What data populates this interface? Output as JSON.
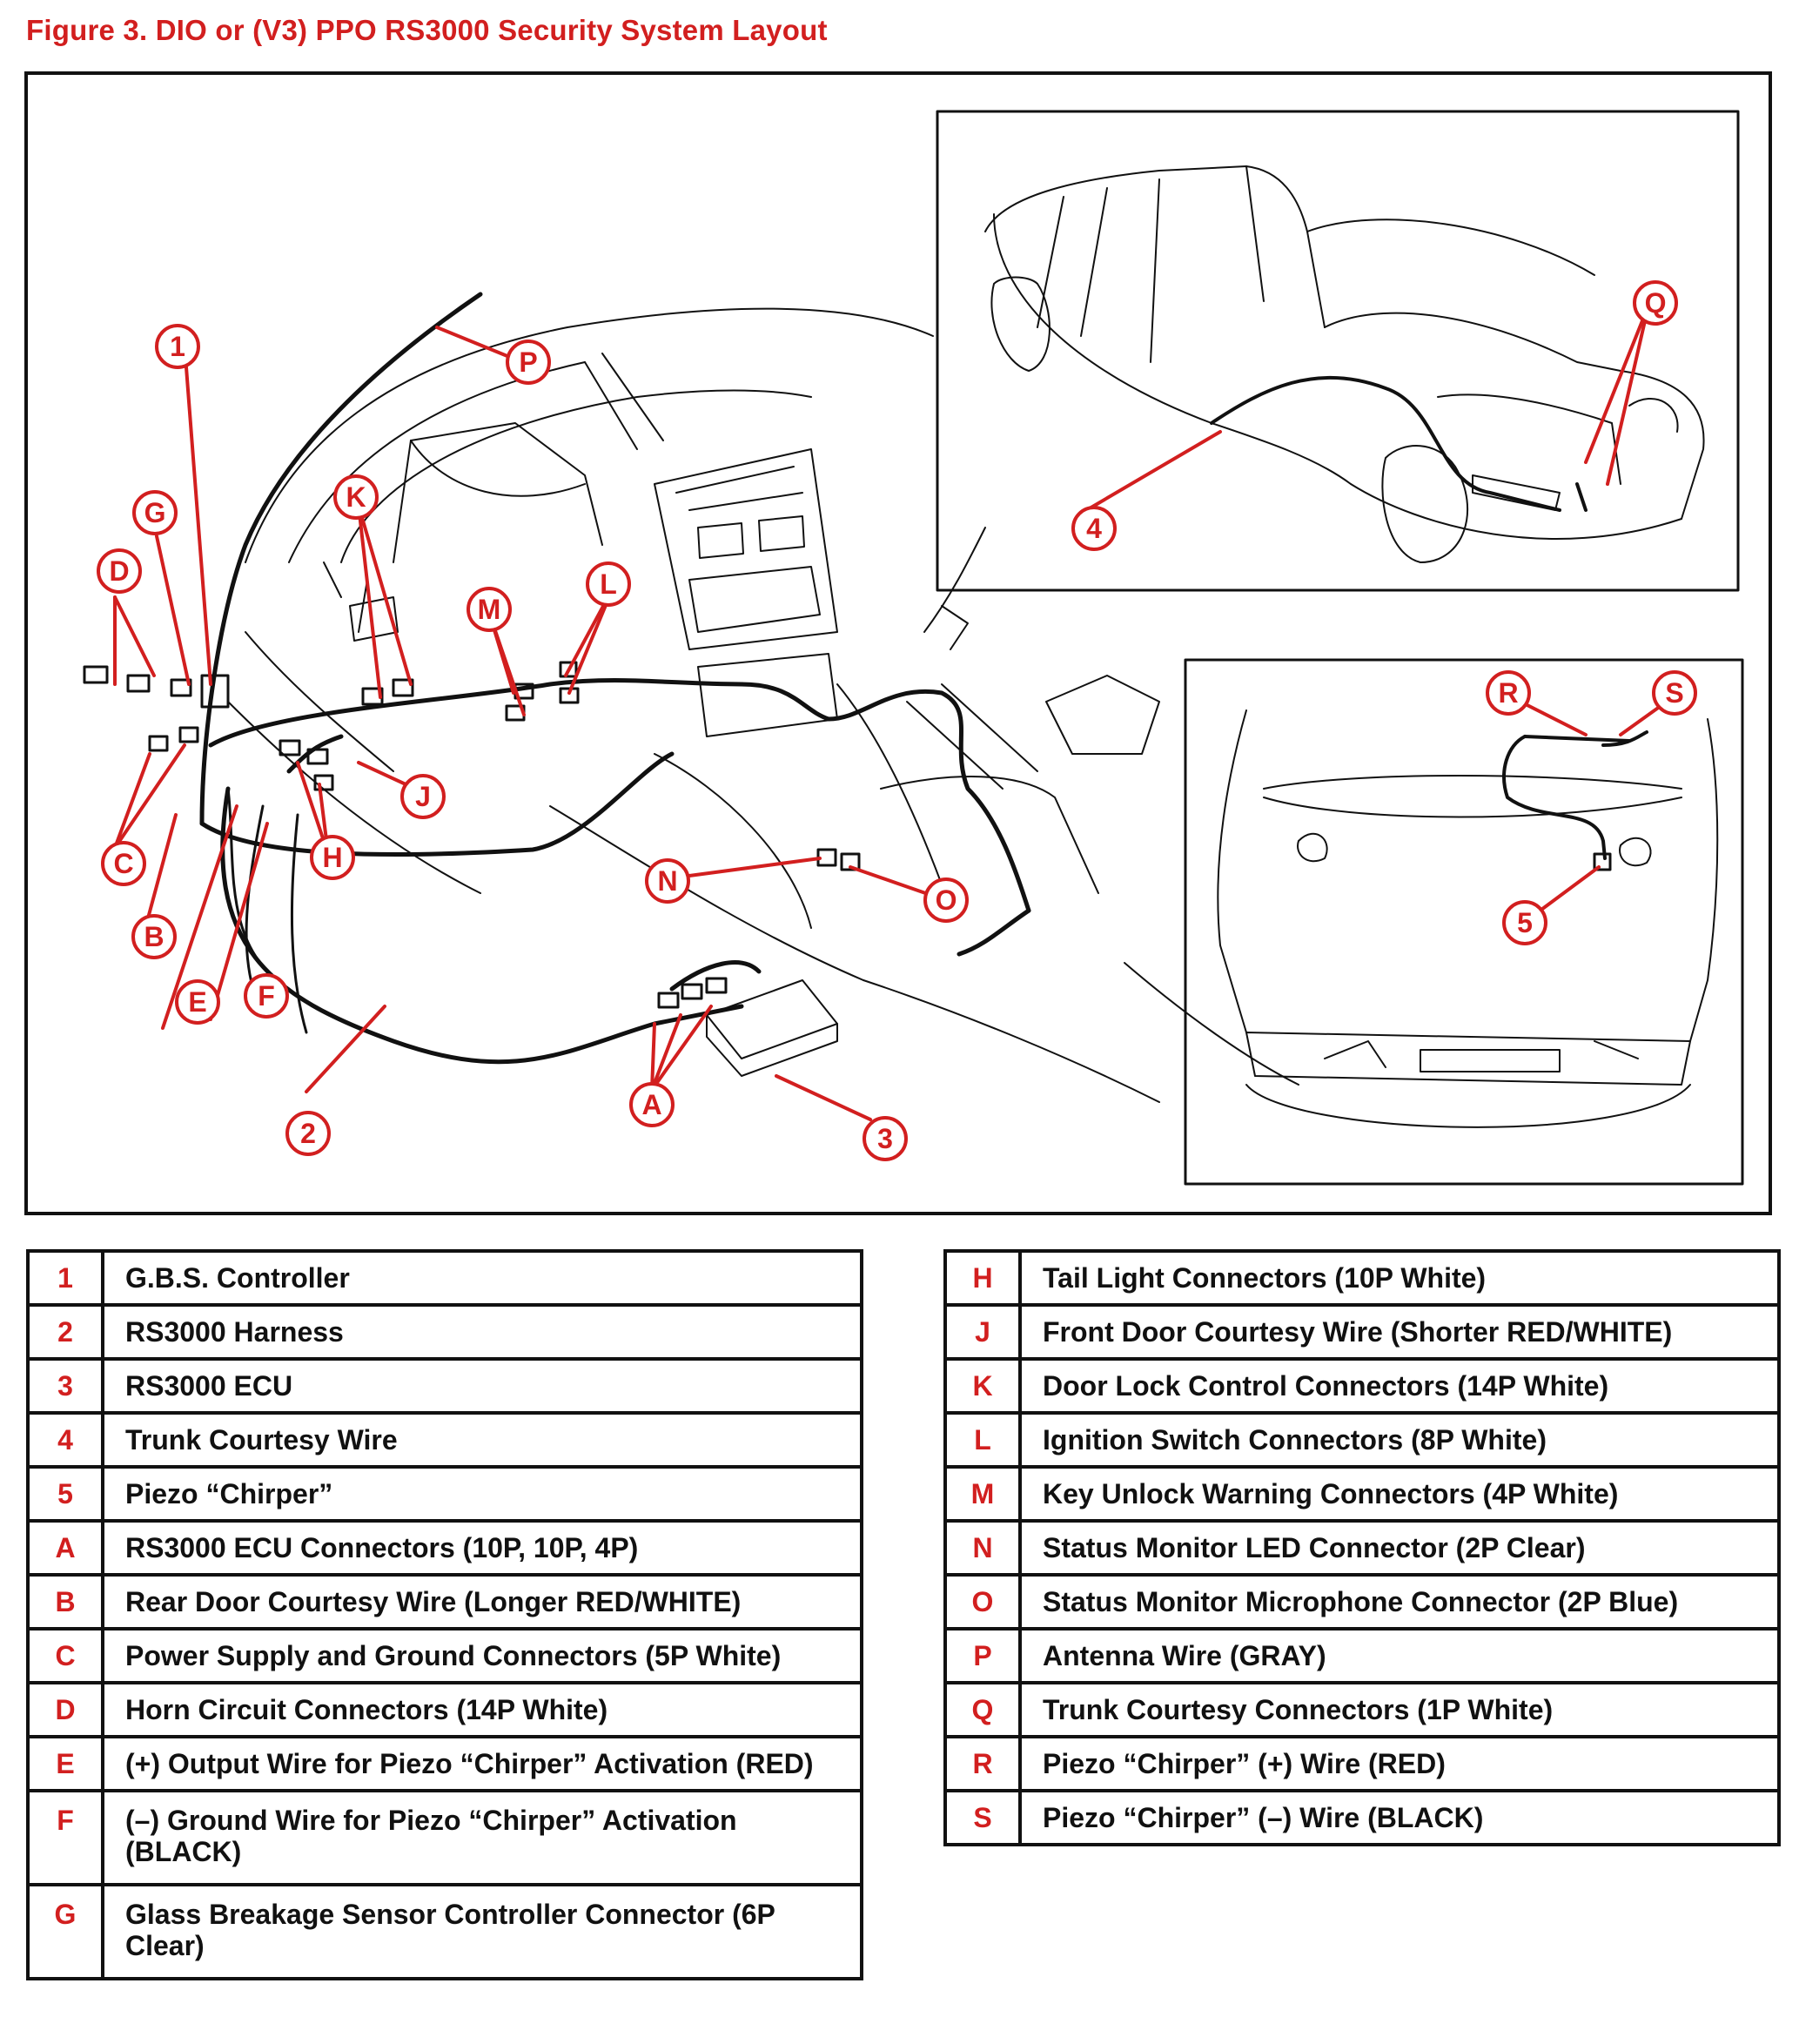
{
  "figure_title": "Figure 3.  DIO or (V3) PPO RS3000 Security System Layout",
  "colors": {
    "callout_red": "#d21f1f",
    "line_black": "#111111",
    "background": "#ffffff"
  },
  "callouts": [
    "1",
    "2",
    "3",
    "4",
    "5",
    "A",
    "B",
    "C",
    "D",
    "E",
    "F",
    "G",
    "H",
    "J",
    "K",
    "L",
    "M",
    "N",
    "O",
    "P",
    "Q",
    "R",
    "S"
  ],
  "legend_left": [
    {
      "key": "1",
      "label": "G.B.S. Controller"
    },
    {
      "key": "2",
      "label": "RS3000 Harness"
    },
    {
      "key": "3",
      "label": "RS3000 ECU"
    },
    {
      "key": "4",
      "label": "Trunk Courtesy Wire"
    },
    {
      "key": "5",
      "label": "Piezo “Chirper”"
    },
    {
      "key": "A",
      "label": "RS3000 ECU Connectors (10P, 10P, 4P)"
    },
    {
      "key": "B",
      "label": "Rear Door Courtesy Wire (Longer RED/WHITE)"
    },
    {
      "key": "C",
      "label": "Power Supply and Ground Connectors (5P White)"
    },
    {
      "key": "D",
      "label": "Horn Circuit Connectors (14P White)"
    },
    {
      "key": "E",
      "label": "(+) Output Wire for Piezo “Chirper” Activation (RED)"
    },
    {
      "key": "F",
      "label": "(–) Ground Wire for Piezo “Chirper” Activation (BLACK)"
    },
    {
      "key": "G",
      "label": "Glass Breakage Sensor Controller Connector (6P Clear)"
    }
  ],
  "legend_right": [
    {
      "key": "H",
      "label": "Tail Light Connectors (10P White)"
    },
    {
      "key": "J",
      "label": "Front Door Courtesy Wire (Shorter RED/WHITE)"
    },
    {
      "key": "K",
      "label": "Door Lock Control Connectors (14P White)"
    },
    {
      "key": "L",
      "label": "Ignition Switch Connectors (8P White)"
    },
    {
      "key": "M",
      "label": "Key Unlock Warning Connectors (4P White)"
    },
    {
      "key": "N",
      "label": "Status Monitor LED Connector (2P Clear)"
    },
    {
      "key": "O",
      "label": "Status Monitor Microphone Connector (2P Blue)"
    },
    {
      "key": "P",
      "label": "Antenna Wire (GRAY)"
    },
    {
      "key": "Q",
      "label": "Trunk Courtesy Connectors (1P White)"
    },
    {
      "key": "R",
      "label": "Piezo “Chirper” (+) Wire (RED)"
    },
    {
      "key": "S",
      "label": "Piezo “Chirper” (–) Wire (BLACK)"
    }
  ]
}
